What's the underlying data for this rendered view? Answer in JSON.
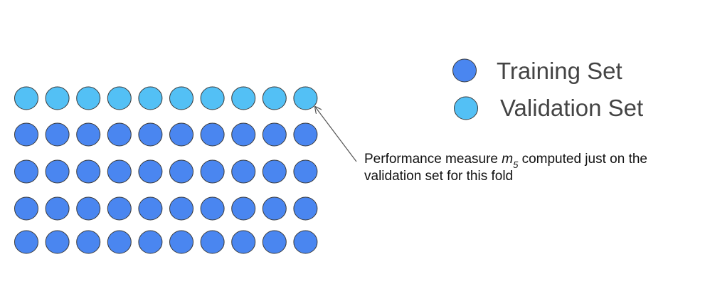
{
  "legend": {
    "items": [
      {
        "label": "Training Set",
        "color": "#4a86f0",
        "kind": "training"
      },
      {
        "label": "Validation Set",
        "color": "#53c0f5",
        "kind": "validation"
      }
    ]
  },
  "grid": {
    "rows": [
      {
        "kind": "validation"
      },
      {
        "kind": "training"
      },
      {
        "kind": "training"
      },
      {
        "kind": "training"
      },
      {
        "kind": "training"
      }
    ],
    "columns": 10
  },
  "annotation": {
    "line1_prefix": "Performance measure ",
    "symbol": "m",
    "subscript": "5",
    "line1_suffix": " computed just on the",
    "line2": "validation set for this fold"
  },
  "colors": {
    "training": "#4a86f0",
    "validation": "#53c0f5",
    "outline": "#3a3a3a",
    "arrow": "#555555"
  }
}
